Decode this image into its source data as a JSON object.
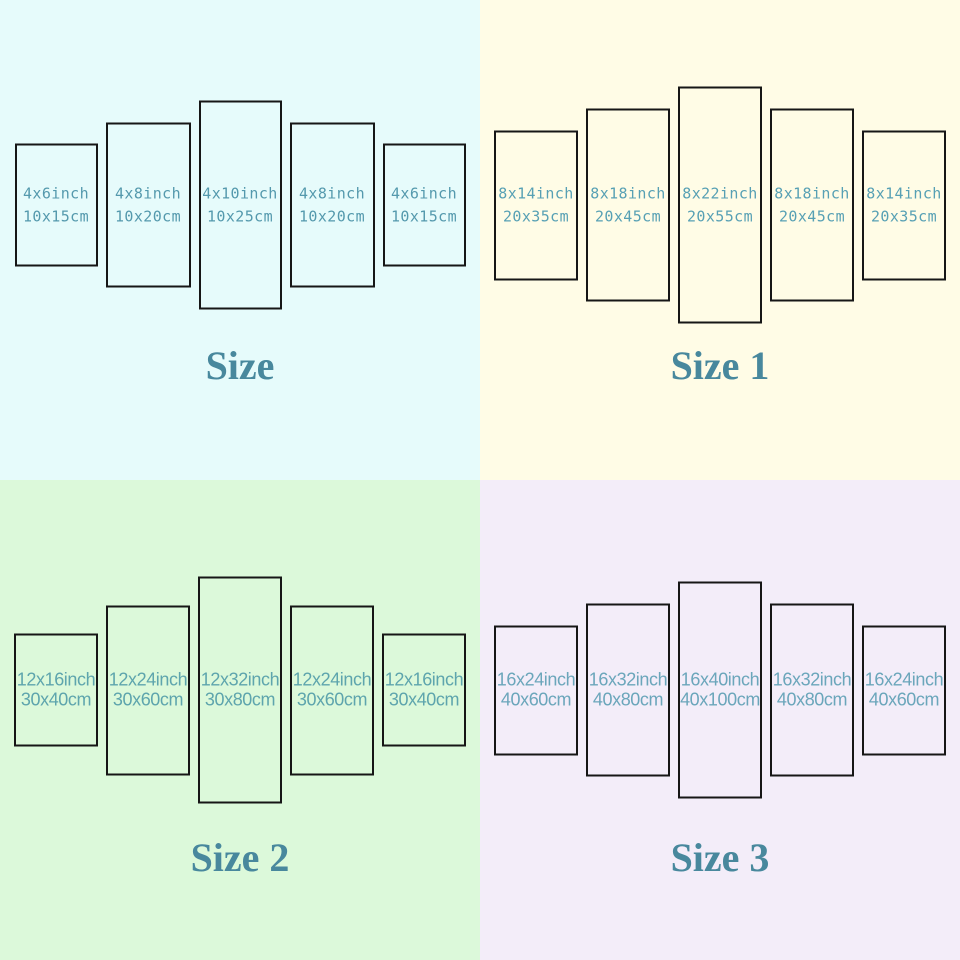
{
  "colors": {
    "border": "#161616",
    "title": "#48889d"
  },
  "quadrants": [
    {
      "title": "Size",
      "bg_color": "#e6fbfb",
      "panel_text_color": "#5499ad",
      "panels": [
        {
          "line1": "4x6inch",
          "line2": "10x15cm"
        },
        {
          "line1": "4x8inch",
          "line2": "10x20cm"
        },
        {
          "line1": "4x10inch",
          "line2": "10x25cm"
        },
        {
          "line1": "4x8inch",
          "line2": "10x20cm"
        },
        {
          "line1": "4x6inch",
          "line2": "10x15cm"
        }
      ]
    },
    {
      "title": "Size 1",
      "bg_color": "#fffce6",
      "panel_text_color": "#57a0b4",
      "panels": [
        {
          "line1": "8x14inch",
          "line2": "20x35cm"
        },
        {
          "line1": "8x18inch",
          "line2": "20x45cm"
        },
        {
          "line1": "8x22inch",
          "line2": "20x55cm"
        },
        {
          "line1": "8x18inch",
          "line2": "20x45cm"
        },
        {
          "line1": "8x14inch",
          "line2": "20x35cm"
        }
      ]
    },
    {
      "title": "Size 2",
      "bg_color": "#dcf9da",
      "panel_text_color": "#5ea5ad",
      "panels": [
        {
          "line1": "12x16inch",
          "line2": "30x40cm"
        },
        {
          "line1": "12x24inch",
          "line2": "30x60cm"
        },
        {
          "line1": "12x32inch",
          "line2": "30x80cm"
        },
        {
          "line1": "12x24inch",
          "line2": "30x60cm"
        },
        {
          "line1": "12x16inch",
          "line2": "30x40cm"
        }
      ]
    },
    {
      "title": "Size 3",
      "bg_color": "#f3edf9",
      "panel_text_color": "#6ba6bb",
      "panels": [
        {
          "line1": "16x24inch",
          "line2": "40x60cm"
        },
        {
          "line1": "16x32inch",
          "line2": "40x80cm"
        },
        {
          "line1": "16x40inch",
          "line2": "40x100cm"
        },
        {
          "line1": "16x32inch",
          "line2": "40x80cm"
        },
        {
          "line1": "16x24inch",
          "line2": "40x60cm"
        }
      ]
    }
  ]
}
